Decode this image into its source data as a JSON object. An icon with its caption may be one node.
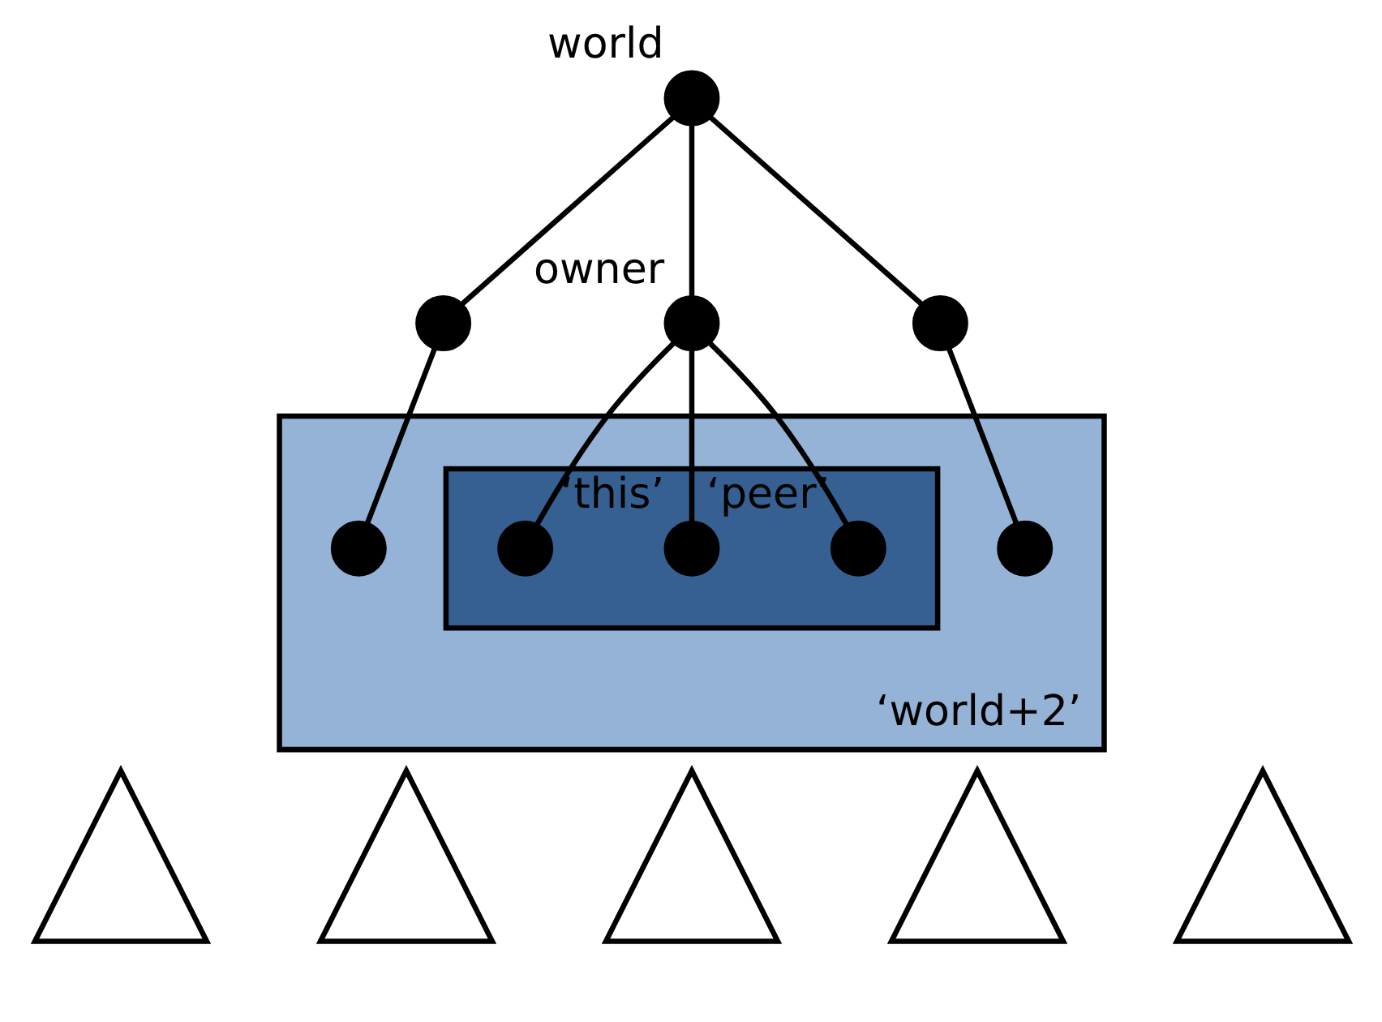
{
  "diagram": {
    "nodes": [
      {
        "text": [],
        "shape": "circle",
        "beside": [
          "world"
        ]
      },
      {
        "text": [],
        "shape": "circle"
      },
      {
        "text": [],
        "shape": "circle",
        "beside": [
          "owner"
        ]
      },
      {
        "text": [],
        "shape": "circle"
      },
      {
        "text": [
          "‘world+2’"
        ]
      },
      {
        "text": [],
        "shape": "circle",
        "in": 4
      },
      {
        "text": [],
        "shape": "box",
        "in": 4
      },
      {
        "text": [],
        "shape": "circle",
        "in": 6
      },
      {
        "text": [],
        "shape": "circle",
        "in": 6,
        "beside": [
          "‘this’"
        ]
      },
      {
        "text": [],
        "shape": "circle",
        "in": 6,
        "beside": [
          "‘peer’"
        ]
      },
      {
        "text": [],
        "shape": "circle",
        "in": 4
      },
      {
        "text": [],
        "shape": "triangle"
      },
      {
        "text": [],
        "shape": "triangle"
      },
      {
        "text": [],
        "shape": "triangle"
      },
      {
        "text": [],
        "shape": "triangle"
      },
      {
        "text": [],
        "shape": "triangle"
      }
    ],
    "edges": [
      {
        "from": 0,
        "to": 1,
        "arrow": "none"
      },
      {
        "from": 0,
        "to": 2,
        "arrow": "none"
      },
      {
        "from": 0,
        "to": 3,
        "arrow": "none"
      },
      {
        "from": 1,
        "to": 5,
        "arrow": "none"
      },
      {
        "from": 2,
        "to": 7,
        "arrow": "none"
      },
      {
        "from": 2,
        "to": 8,
        "arrow": "none"
      },
      {
        "from": 2,
        "to": 9,
        "arrow": "none"
      },
      {
        "from": 3,
        "to": 10,
        "arrow": "none"
      }
    ]
  }
}
